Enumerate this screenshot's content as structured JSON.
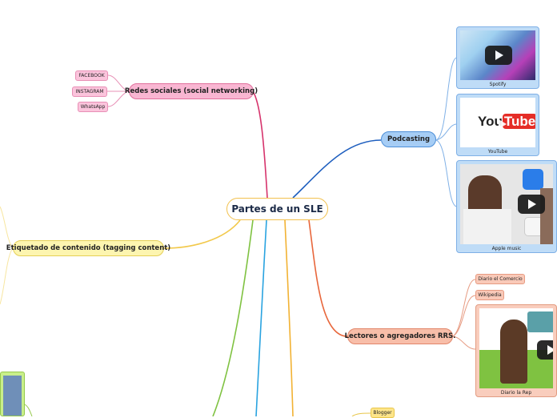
{
  "central": {
    "label": "Partes de un SLE"
  },
  "branches": {
    "redes": {
      "label": "Redes sociales (social networking)",
      "color": "#d6336c",
      "children": [
        "FACEBOOK",
        "INSTAGRAM",
        "WhatsApp"
      ]
    },
    "etiquetado": {
      "label": "Etiquetado de contenido (tagging content)",
      "color": "#f2c94c",
      "children": []
    },
    "podcasting": {
      "label": "Podcasting",
      "color": "#1f5fbf",
      "children": [
        {
          "caption": "Spotify",
          "icon": "video-thumbnail"
        },
        {
          "caption": "YouTube",
          "icon": "youtube-logo"
        },
        {
          "caption": "Apple music",
          "icon": "video-thumbnail"
        }
      ]
    },
    "lectores": {
      "label": "Lectores o agregadores RRS.",
      "color": "#e8673c",
      "children": [
        "Diario el Comercio",
        "Wikipedia",
        {
          "caption": "Diario la Rep",
          "icon": "video-thumbnail"
        }
      ]
    },
    "blogs": {
      "color": "#f2b233",
      "children": [
        "Blogger"
      ]
    }
  },
  "youtube_logo": {
    "you": "You",
    "tube": "Tube"
  }
}
